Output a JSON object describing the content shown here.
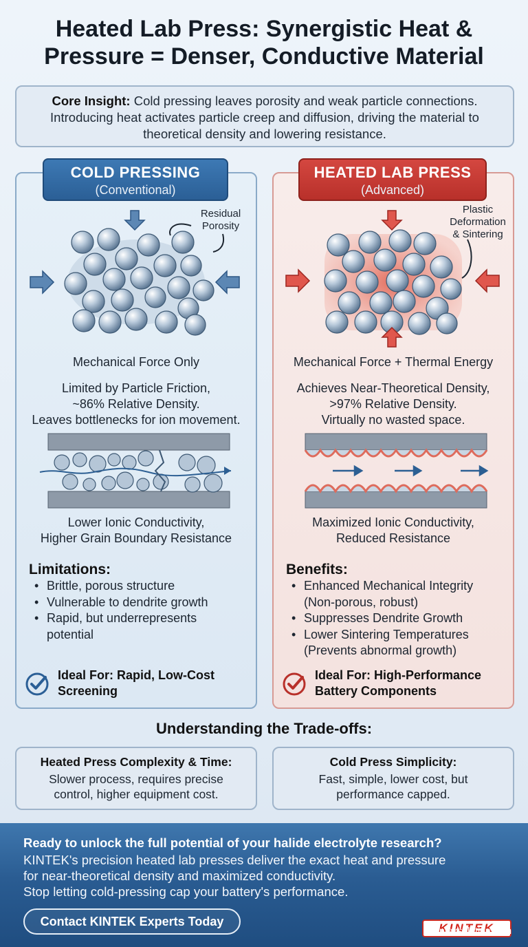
{
  "header": {
    "title_line1": "Heated Lab Press: Synergistic Heat &",
    "title_line2": "Pressure = Denser, Conductive Material"
  },
  "insight": {
    "lead": "Core Insight:",
    "text": " Cold pressing leaves porosity and weak particle connections. Introducing heat activates particle creep and diffusion, driving the material to theoretical density and lowering resistance."
  },
  "cold": {
    "tag_title": "COLD PRESSING",
    "tag_sub": "(Conventional)",
    "annotation_line1": "Residual",
    "annotation_line2": "Porosity",
    "force_label": "Mechanical Force Only",
    "desc_line1": "Limited by Particle Friction,",
    "desc_line2": "~86% Relative Density.",
    "desc_line3": "Leaves bottlenecks for ion movement.",
    "conduct_line1": "Lower Ionic Conductivity,",
    "conduct_line2": "Higher Grain Boundary Resistance",
    "list_title": "Limitations:",
    "items": [
      "Brittle, porous structure",
      "Vulnerable to dendrite growth",
      "Rapid, but underrepresents",
      "potential"
    ],
    "ideal_line1": "Ideal For: Rapid, Low-Cost",
    "ideal_line2": "Screening"
  },
  "hot": {
    "tag_title": "HEATED LAB PRESS",
    "tag_sub": "(Advanced)",
    "annotation_line1": "Plastic",
    "annotation_line2": "Deformation",
    "annotation_line3": "& Sintering",
    "force_label": "Mechanical Force + Thermal Energy",
    "desc_line1": "Achieves Near-Theoretical Density,",
    "desc_line2": ">97% Relative Density.",
    "desc_line3": "Virtually no wasted space.",
    "conduct_line1": "Maximized Ionic Conductivity,",
    "conduct_line2": "Reduced Resistance",
    "list_title": "Benefits:",
    "items": [
      "Enhanced Mechanical Integrity",
      "(Non-porous, robust)",
      "Suppresses Dendrite Growth",
      "Lower Sintering Temperatures",
      "(Prevents abnormal growth)"
    ],
    "ideal_line1": "Ideal For: High-Performance",
    "ideal_line2": "Battery Components"
  },
  "tradeoffs": {
    "title": "Understanding the Trade-offs:",
    "left_head": "Heated Press Complexity & Time:",
    "left_body1": "Slower process, requires precise",
    "left_body2": "control, higher equipment cost.",
    "right_head": "Cold Press Simplicity:",
    "right_body1": "Fast, simple, lower cost, but",
    "right_body2": "performance capped."
  },
  "footer": {
    "question": "Ready to unlock the full potential of your halide electrolyte research?",
    "line1": "KINTEK's precision heated lab presses deliver the exact heat and pressure",
    "line2": "for near-theoretical density and maximized conductivity.",
    "line3": "Stop letting cold-pressing cap your battery's performance.",
    "cta": "Contact KINTEK Experts Today",
    "brand": "KINTEK",
    "site": "kinteksolution.com"
  },
  "colors": {
    "cold_accent": "#2b5f96",
    "hot_accent": "#b8302a",
    "footer_bg": "#2a5c92"
  },
  "icons": {
    "bullet": "•",
    "check": "check-circle-icon"
  }
}
